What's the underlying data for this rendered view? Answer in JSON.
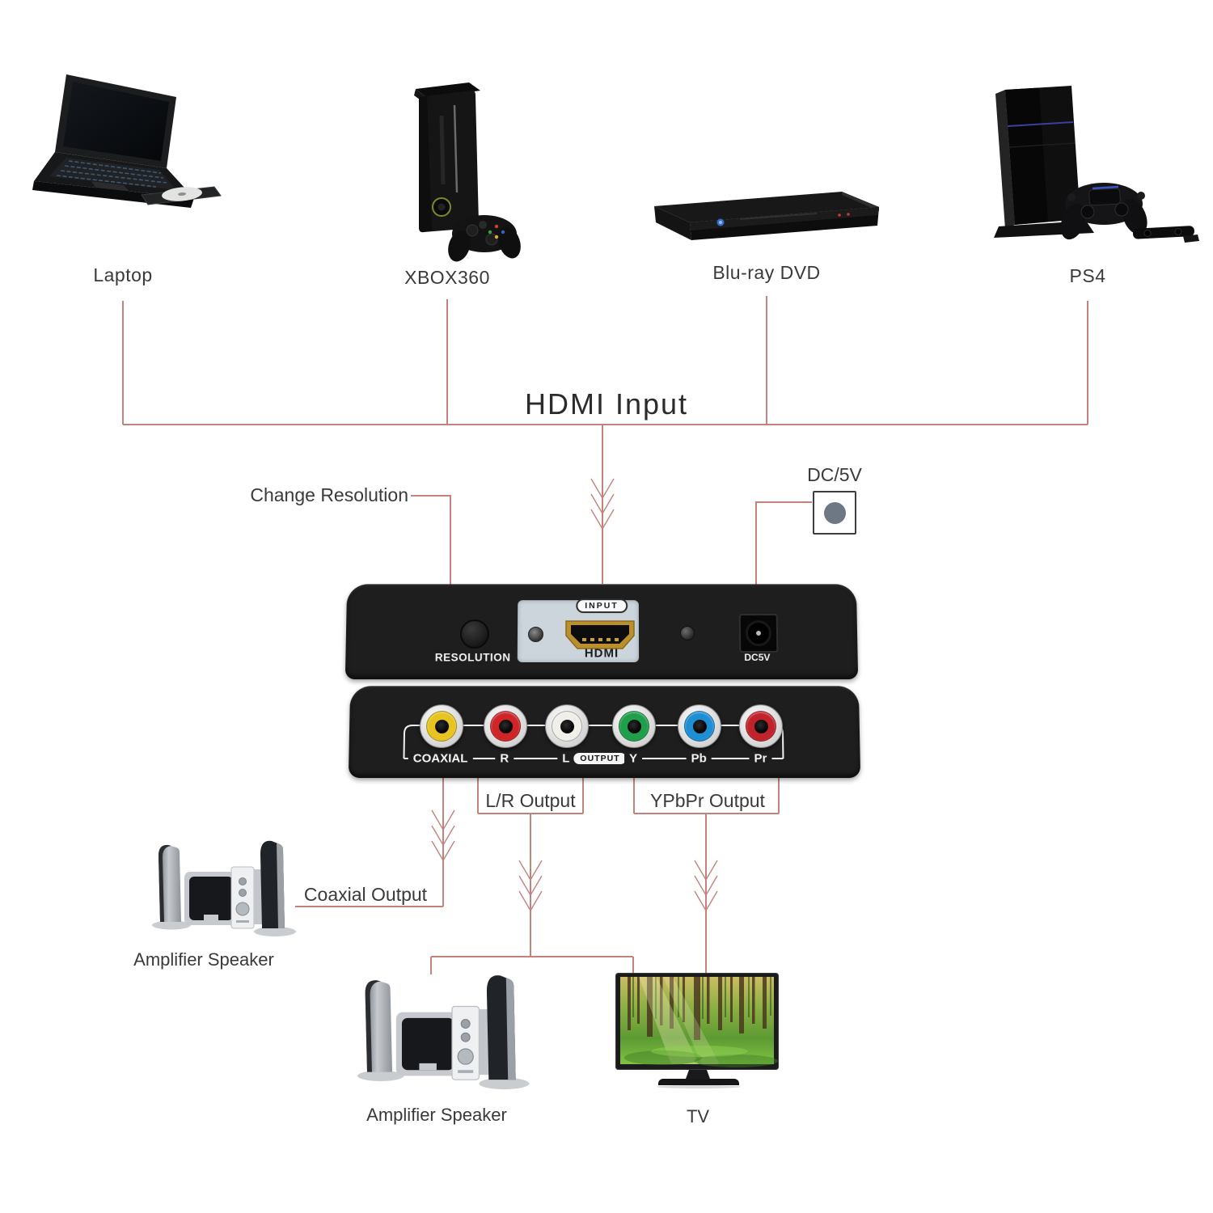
{
  "diagram": {
    "title": "HDMI Input",
    "sources": [
      {
        "name": "Laptop"
      },
      {
        "name": "XBOX360"
      },
      {
        "name": "Blu-ray DVD"
      },
      {
        "name": "PS4"
      }
    ],
    "annotations": {
      "change_resolution": "Change Resolution",
      "dc_power": "DC/5V",
      "lr_output": "L/R Output",
      "ypbpr_output": "YPbPr Output",
      "coaxial_output": "Coaxial Output"
    },
    "converter": {
      "front_panel": {
        "button_label": "RESOLUTION",
        "input_badge": "INPUT",
        "port_label": "HDMI",
        "power_label": "DC5V"
      },
      "back_panel": {
        "output_badge": "OUTPUT",
        "ports": [
          {
            "label": "COAXIAL",
            "color": "#e7c41f"
          },
          {
            "label": "R",
            "color": "#cf2428"
          },
          {
            "label": "L",
            "color": "#f1efe9"
          },
          {
            "label": "Y",
            "color": "#1f9e4b"
          },
          {
            "label": "Pb",
            "color": "#1e8fd5"
          },
          {
            "label": "Pr",
            "color": "#c2232b"
          }
        ]
      }
    },
    "sinks": [
      {
        "name": "Amplifier Speaker"
      },
      {
        "name": "Amplifier Speaker"
      },
      {
        "name": "TV"
      }
    ],
    "colors": {
      "line": "#c2837c",
      "label_text": "#3a3a3a",
      "panel": "#1e1e1e",
      "plate": "#ccd4dc"
    }
  }
}
